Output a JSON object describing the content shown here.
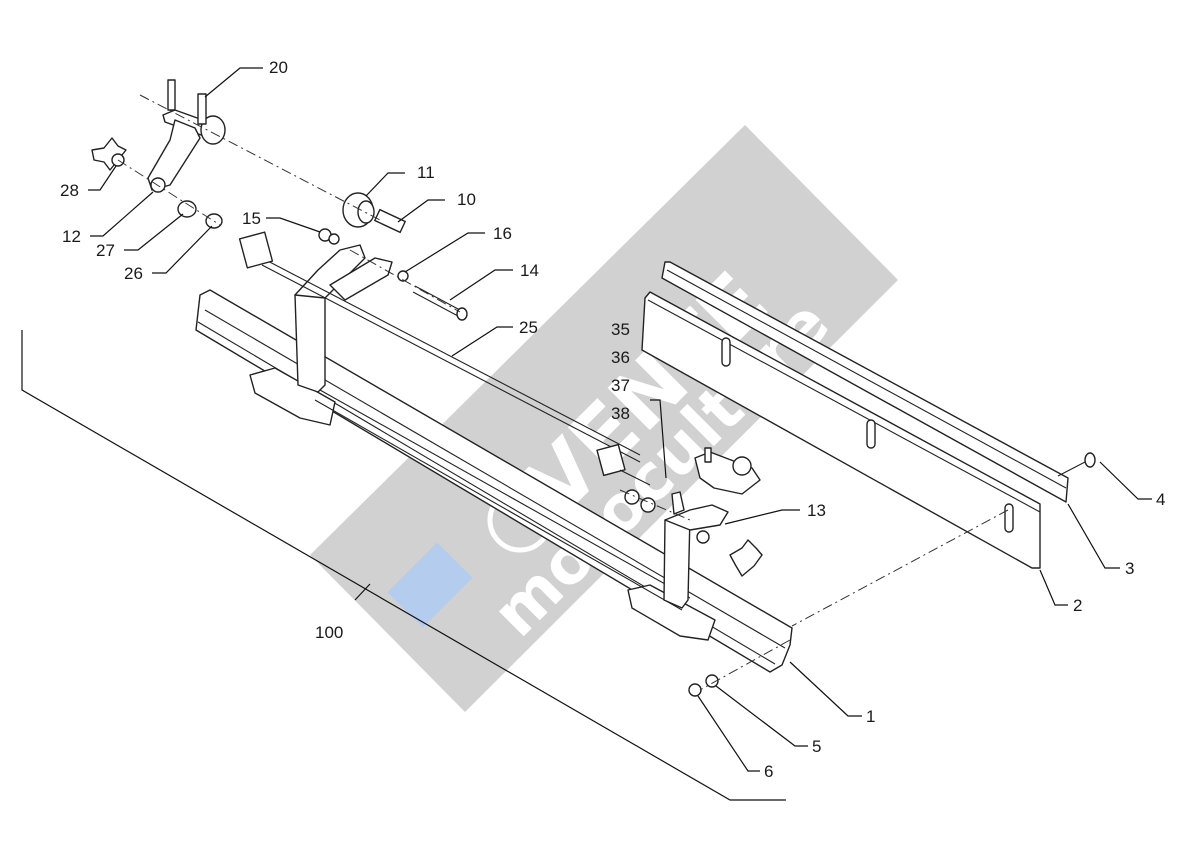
{
  "diagram": {
    "callouts": [
      "20",
      "11",
      "10",
      "28",
      "12",
      "27",
      "26",
      "15",
      "16",
      "14",
      "25",
      "35",
      "36",
      "37",
      "38",
      "13",
      "4",
      "3",
      "2",
      "1",
      "5",
      "6",
      "100"
    ],
    "watermark": {
      "top_text": "VENTE",
      "bottom_text": "motoculture",
      "color": "#c9c9c9"
    }
  }
}
